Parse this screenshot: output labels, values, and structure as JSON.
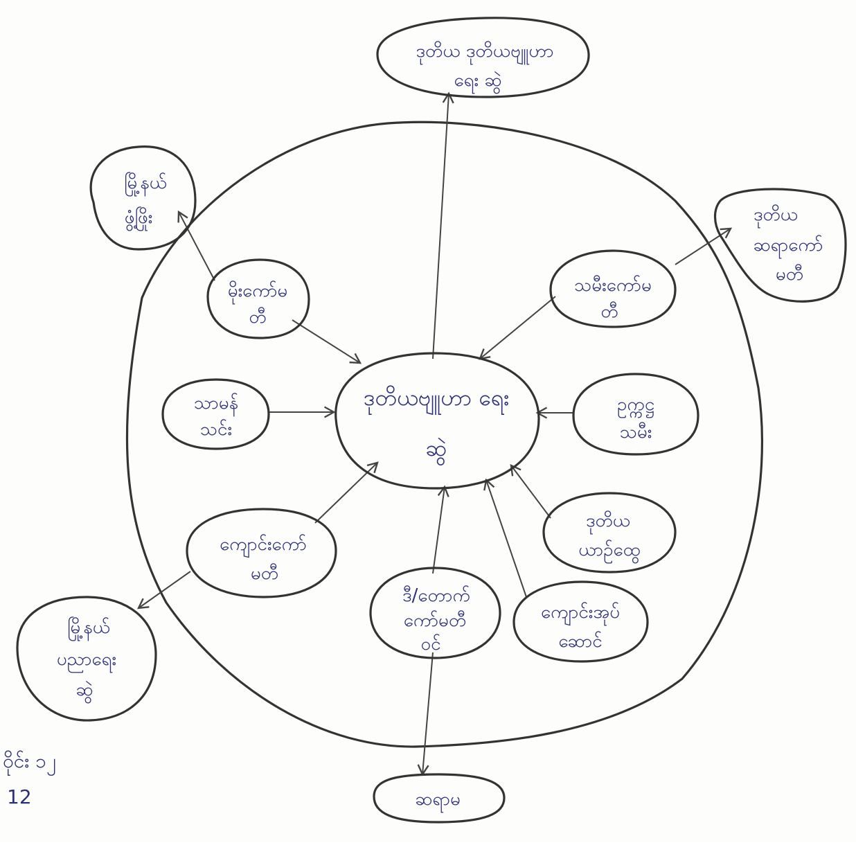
{
  "center": {
    "line1": "ဒုတိယဗျူဟာ ရေး",
    "line2": "ဆွဲ"
  },
  "top": {
    "line1": "ဒုတိယ ဒုတိယဗျူဟာ",
    "line2": "ရေး ဆွဲ"
  },
  "nodes": {
    "upper_left_outer": {
      "line1": "မြို့နယ်",
      "line2": "ဖွံ့ဖြိုး"
    },
    "upper_left_inner": {
      "line1": "မိုးကော်မ",
      "line2": "တီ"
    },
    "left_inner": {
      "line1": "သာမန်",
      "line2": "သင်း"
    },
    "lower_left_inner": {
      "line1": "ကျောင်းကော်",
      "line2": "မတီ"
    },
    "lower_left_outer": {
      "line1": "မြို့နယ်",
      "line2": "ပညာရေး",
      "line3": "ဆွဲ"
    },
    "bottom_inner": {
      "line1": "ဒီ/တောက်",
      "line2": "ကော်မတီ",
      "line3": "ဝင်"
    },
    "bottom_outer": {
      "line1": "ဆရာမ"
    },
    "lower_right_inner_a": {
      "line1": "ကျောင်းအုပ်",
      "line2": "ဆောင်"
    },
    "lower_right_inner_b": {
      "line1": "ဒုတိယ",
      "line2": "ယာဉ်ထွေ"
    },
    "right_inner": {
      "line1": "ဥက္ကဋ္ဌ",
      "line2": "သမီး"
    },
    "upper_right_inner": {
      "line1": "သမီးကော်မ",
      "line2": "တီ"
    },
    "upper_right_outer": {
      "line1": "ဒုတိယ",
      "line2": "ဆရာကော်",
      "line3": "မတီ"
    }
  },
  "margin_note": {
    "line1": "ဝိုင်း ၁၂",
    "line2": "12"
  }
}
